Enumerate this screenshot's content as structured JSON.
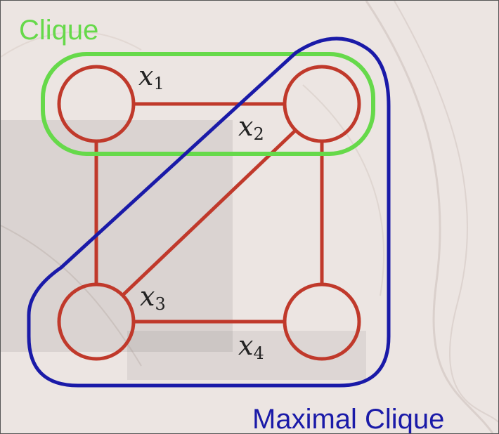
{
  "diagram": {
    "colors": {
      "node": "#c0392b",
      "edge": "#c0392b",
      "clique": "#66d94a",
      "maximal_clique": "#1a1aa8",
      "math_text": "#222222"
    },
    "nodes": [
      {
        "id": "x1",
        "label": {
          "var": "x",
          "sub": "1"
        }
      },
      {
        "id": "x2",
        "label": {
          "var": "x",
          "sub": "2"
        }
      },
      {
        "id": "x3",
        "label": {
          "var": "x",
          "sub": "3"
        }
      },
      {
        "id": "x4",
        "label": {
          "var": "x",
          "sub": "4"
        }
      }
    ],
    "edges": [
      [
        "x1",
        "x2"
      ],
      [
        "x1",
        "x3"
      ],
      [
        "x2",
        "x4"
      ],
      [
        "x3",
        "x4"
      ],
      [
        "x2",
        "x3"
      ]
    ],
    "groups": {
      "clique": {
        "label": "Clique",
        "members": [
          "x1",
          "x2"
        ]
      },
      "maximal_clique": {
        "label": "Maximal Clique",
        "members": [
          "x2",
          "x3",
          "x4"
        ]
      }
    }
  }
}
